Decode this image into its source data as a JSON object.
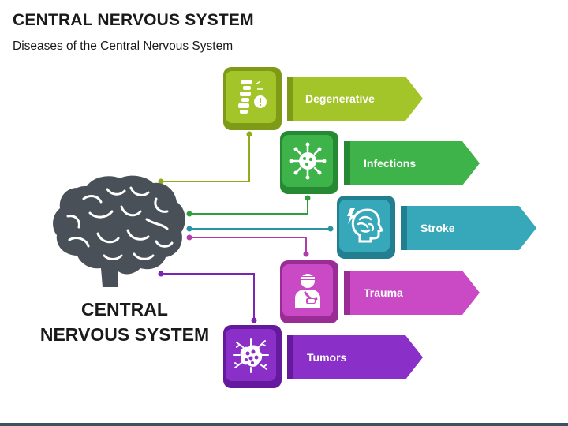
{
  "header": {
    "title": "CENTRAL NERVOUS SYSTEM",
    "subtitle": "Diseases of the Central Nervous System"
  },
  "center": {
    "line1": "CENTRAL",
    "line2": "NERVOUS SYSTEM"
  },
  "diseases": [
    {
      "label": "Degenerative",
      "icon": "spine-warning-icon",
      "color": "#a4c52a",
      "dark": "#7e9a17"
    },
    {
      "label": "Infections",
      "icon": "virus-icon",
      "color": "#3db34a",
      "dark": "#258a33"
    },
    {
      "label": "Stroke",
      "icon": "head-stroke-icon",
      "color": "#37a8ba",
      "dark": "#217f8f"
    },
    {
      "label": "Trauma",
      "icon": "injured-person-icon",
      "color": "#c94ac4",
      "dark": "#9a2c96"
    },
    {
      "label": "Tumors",
      "icon": "tumor-cell-icon",
      "color": "#8b2fc9",
      "dark": "#65199c"
    }
  ],
  "colors": {
    "brain": "#4a5058",
    "text": "#1a1a1a",
    "bottom_bar": "#3e5162"
  }
}
